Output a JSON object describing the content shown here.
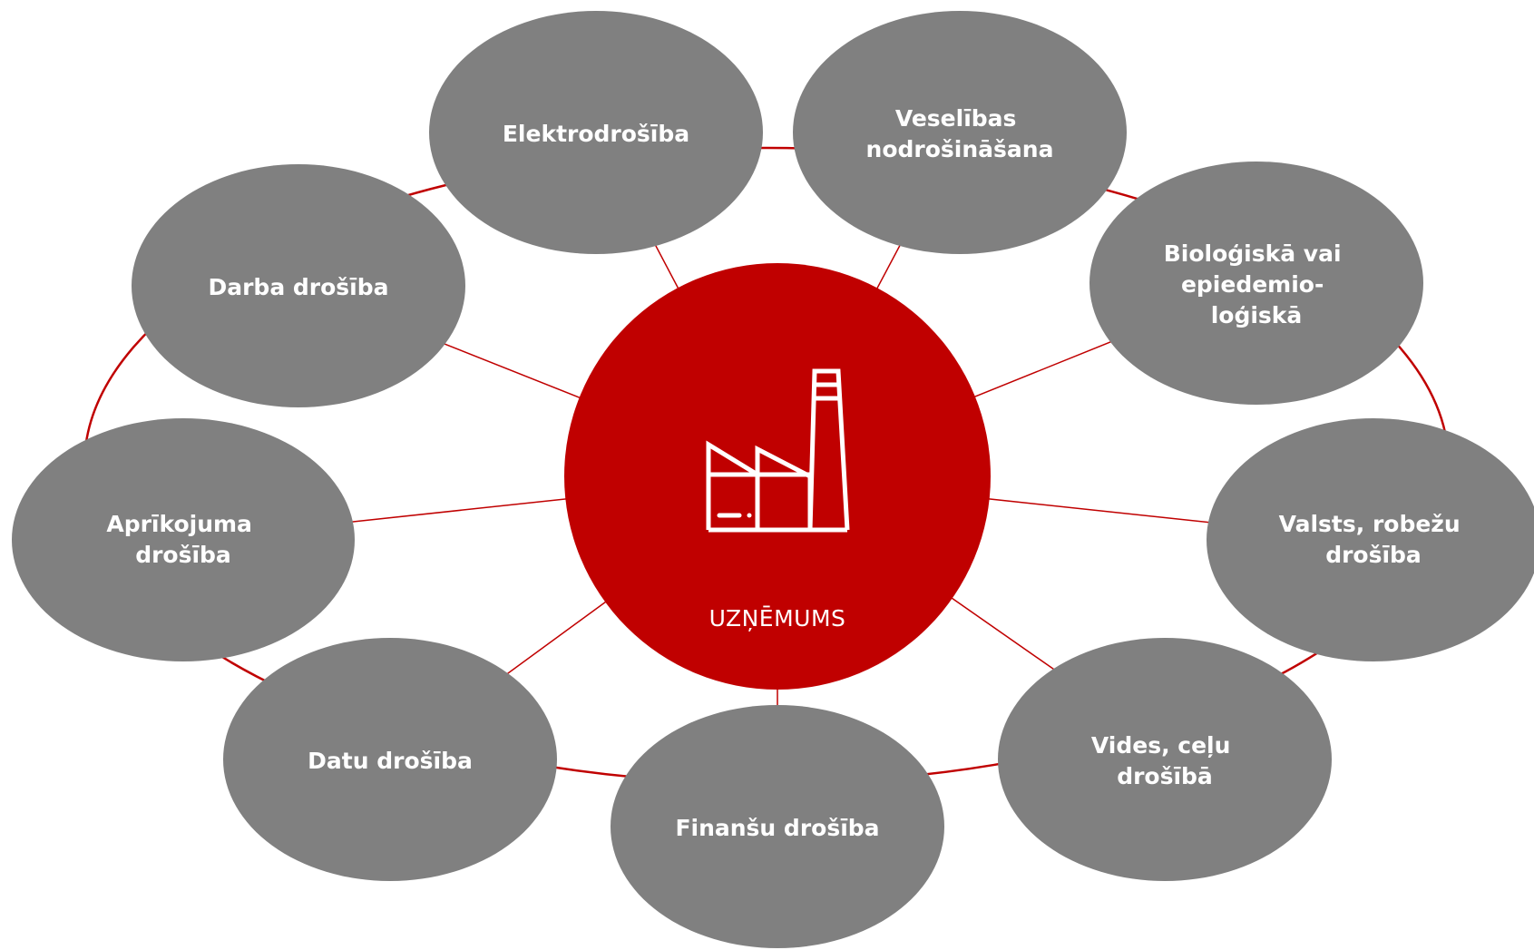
{
  "colors": {
    "center_fill": "#C00000",
    "node_fill": "#808080",
    "ring_stroke": "#C00000",
    "spoke_stroke": "#C00000",
    "text": "#FFFFFF"
  },
  "center": {
    "label": "UZŅĒMUMS",
    "icon": "factory-icon"
  },
  "nodes": [
    {
      "id": "elektrodrosiba",
      "lines": [
        "Elektrodrošība"
      ]
    },
    {
      "id": "veselibas",
      "lines": [
        "Veselības",
        "nodrošināšana"
      ]
    },
    {
      "id": "biologiska",
      "lines": [
        "Bioloģiskā vai",
        "epiedemio-",
        "loģiskā"
      ]
    },
    {
      "id": "valsts",
      "lines": [
        "Valsts, robežu",
        "drošība"
      ]
    },
    {
      "id": "vides",
      "lines": [
        "Vides, ceļu",
        "drošībā"
      ]
    },
    {
      "id": "finansu",
      "lines": [
        "Finanšu drošība"
      ]
    },
    {
      "id": "datu",
      "lines": [
        "Datu drošība"
      ]
    },
    {
      "id": "aprikojuma",
      "lines": [
        "Aprīkojuma",
        "drošība"
      ]
    },
    {
      "id": "darba",
      "lines": [
        "Darba drošība"
      ]
    }
  ]
}
